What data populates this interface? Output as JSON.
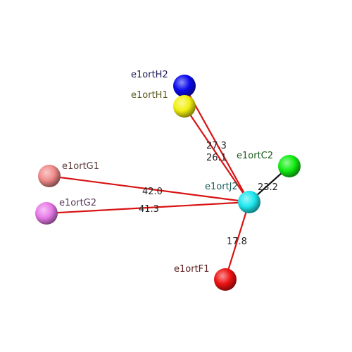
{
  "nodes": [
    {
      "id": "e1ortH2",
      "label": "e1ortH2",
      "color": "#0a0aee",
      "label_color": "#1c1c5a"
    },
    {
      "id": "e1ortH1",
      "label": "e1ortH1",
      "color": "#f2ef10",
      "label_color": "#5a5a1c"
    },
    {
      "id": "e1ortC2",
      "label": "e1ortC2",
      "color": "#12ee12",
      "label_color": "#1c5a1c"
    },
    {
      "id": "e1ortG1",
      "label": "e1ortG1",
      "color": "#f08a8a",
      "label_color": "#5a3a3a"
    },
    {
      "id": "e1ortJ2",
      "label": "e1ortJ2",
      "color": "#1ee8ee",
      "label_color": "#1c5a5a"
    },
    {
      "id": "e1ortG2",
      "label": "e1ortG2",
      "color": "#e87ae8",
      "label_color": "#5a3a5a"
    },
    {
      "id": "e1ortF1",
      "label": "e1ortF1",
      "color": "#ee1212",
      "label_color": "#5a1c1c"
    }
  ],
  "edges": [
    {
      "from": "e1ortJ2",
      "to": "e1ortH2",
      "label": "27.3",
      "color": "#d81414"
    },
    {
      "from": "e1ortJ2",
      "to": "e1ortH1",
      "label": "26.1",
      "color": "#d81414"
    },
    {
      "from": "e1ortJ2",
      "to": "e1ortC2",
      "label": "23.2",
      "color": "#111111"
    },
    {
      "from": "e1ortJ2",
      "to": "e1ortG1",
      "label": "42.0",
      "color": "#d81414"
    },
    {
      "from": "e1ortJ2",
      "to": "e1ortG2",
      "label": "41.3",
      "color": "#d81414"
    },
    {
      "from": "e1ortJ2",
      "to": "e1ortF1",
      "label": "17.8",
      "color": "#d81414"
    }
  ]
}
